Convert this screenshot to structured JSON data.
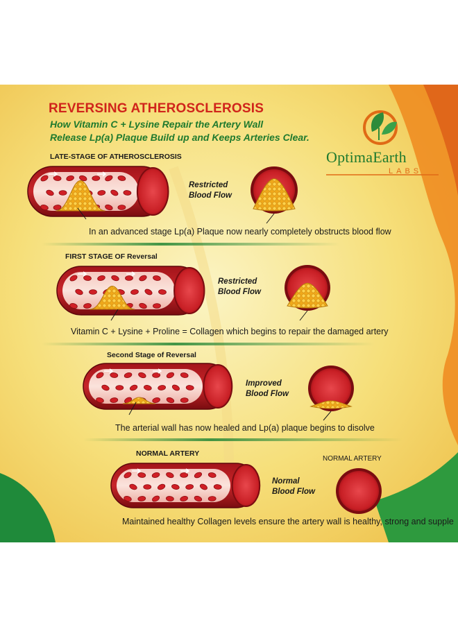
{
  "header": {
    "title": "REVERSING ATHEROSCLEROSIS",
    "subtitle_line1": "How Vitamin C + Lysine Repair the Artery Wall",
    "subtitle_line2": "Release Lp(a) Plaque Build up and Keeps Arteries Clear."
  },
  "logo": {
    "brand": "OptimaEarth",
    "sub": "LABS"
  },
  "stages": [
    {
      "heading": "LATE-STAGE OF ATHEROSCLEROSIS",
      "flow_line1": "Restricted",
      "flow_line2": "Blood Flow",
      "caption": "In an advanced stage Lp(a) Plaque now nearly completely obstructs blood flow"
    },
    {
      "heading": "FIRST STAGE OF Reversal",
      "flow_line1": "Restricted",
      "flow_line2": "Blood Flow",
      "caption": "Vitamin C + Lysine + Proline = Collagen which begins to repair the damaged artery"
    },
    {
      "heading": "Second Stage of Reversal",
      "flow_line1": "Improved",
      "flow_line2": "Blood Flow",
      "caption": "The arterial wall has now healed and Lp(a) plaque begins to disolve"
    },
    {
      "heading": "NORMAL ARTERY",
      "flow_line1": "Normal",
      "flow_line2": "Blood Flow",
      "caption": "Maintained healthy Collagen levels ensure the artery wall is healthy, strong and supple",
      "circle_label": "NORMAL ARTERY"
    }
  ],
  "colors": {
    "title_red": "#d0241b",
    "subtitle_green": "#1f7a2e",
    "artery_dark": "#8e0f14",
    "plaque": "#f2b01e",
    "logo_orange": "#e06a16"
  }
}
